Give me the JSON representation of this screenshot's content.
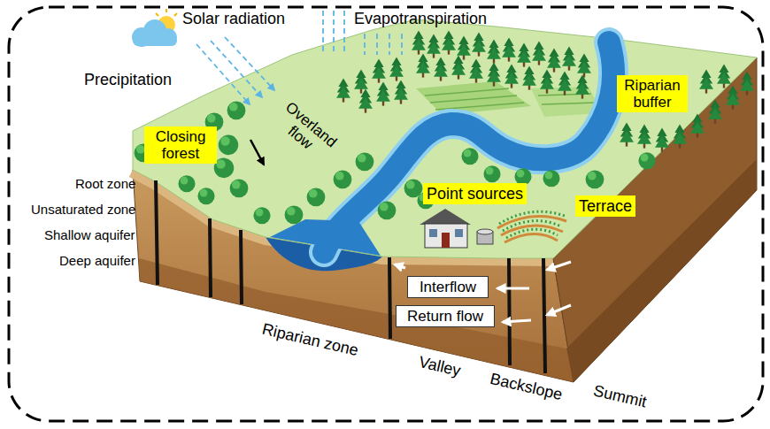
{
  "diagram": {
    "nodes": [
      {
        "text": [
          "Riparian buffer"
        ]
      },
      {
        "text": [
          "Closing forest"
        ]
      },
      {
        "text": [
          "Point sources"
        ]
      },
      {
        "text": [
          "Terrace"
        ]
      },
      {
        "text": [
          "Interflow"
        ]
      },
      {
        "text": [
          "Return flow"
        ]
      }
    ],
    "labels": [
      "Solar radiation",
      "Evapotranspiration",
      "Precipitation",
      "Overland flow",
      "Root zone",
      "Unsaturated zone",
      "Shallow aquifer",
      "Deep aquifer",
      "Riparian zone",
      "Valley",
      "Backslope",
      "Summit"
    ]
  }
}
